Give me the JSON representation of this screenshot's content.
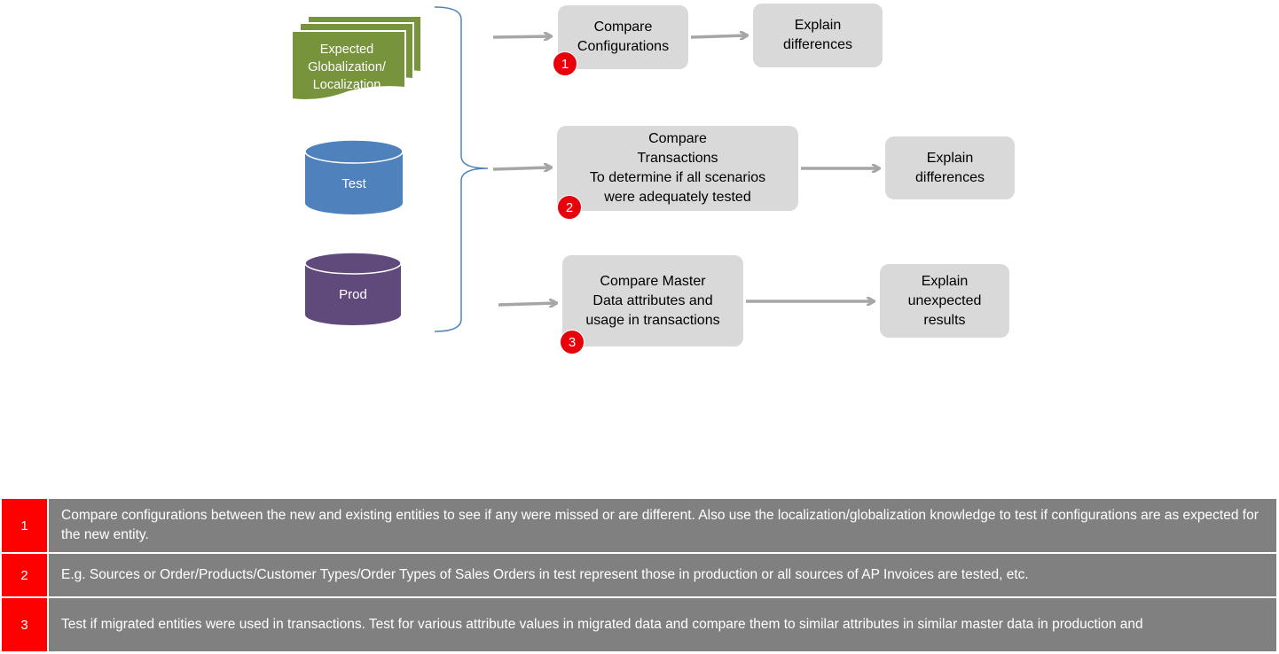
{
  "sources": {
    "document_label": "Expected\nGlobalization/\nLocalization",
    "test_label": "Test",
    "prod_label": "Prod"
  },
  "colors": {
    "document": "#77933c",
    "test": "#4f81bd",
    "prod": "#604a7b",
    "bracket": "#4f81bd",
    "arrow": "#a6a6a6",
    "step_box": "#d9d9d9",
    "badge": "#e8000b",
    "legend_num": "#ff0000",
    "legend_text": "#808080"
  },
  "steps": [
    {
      "number": "1",
      "compare": "Compare\nConfigurations",
      "explain": "Explain\ndifferences"
    },
    {
      "number": "2",
      "compare": "Compare\nTransactions\nTo determine  if all scenarios\nwere adequately tested",
      "explain": "Explain\ndifferences"
    },
    {
      "number": "3",
      "compare": "Compare Master\nData attributes and\nusage in transactions",
      "explain": "Explain\nunexpected\nresults"
    }
  ],
  "legend": [
    {
      "number": "1",
      "text": "Compare configurations between the new and existing entities  to see if any were missed or are different. Also use the localization/globalization knowledge to test if configurations are as expected for the new entity."
    },
    {
      "number": "2",
      "text": "E.g.  Sources or Order/Products/Customer Types/Order Types of Sales Orders in test represent those in production or all sources of AP Invoices are tested, etc."
    },
    {
      "number": "3",
      "text": "Test if migrated entities were used in transactions. Test for various attribute values in migrated data and compare them to similar  attributes in similar master data in production and"
    }
  ]
}
